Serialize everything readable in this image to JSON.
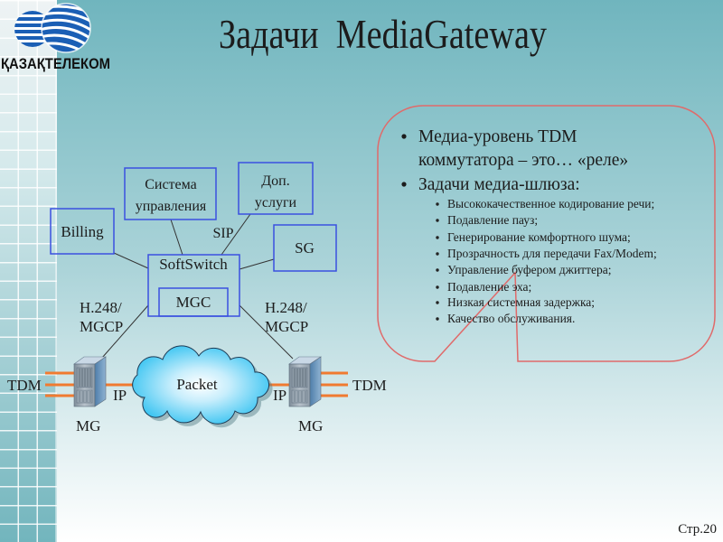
{
  "slide": {
    "title": "Задачи  MediaGateway",
    "page_number": "Стр.20"
  },
  "logo": {
    "icon": "globe-logo-icon",
    "text": "ҚАЗАҚТЕЛЕКОМ"
  },
  "callout": {
    "bullets": [
      {
        "lines": [
          "Медиа-уровень TDM",
          "коммутатора – это… «реле»"
        ]
      },
      {
        "lines": [
          "Задачи медиа-шлюза:"
        ]
      }
    ],
    "sub_bullets": [
      "Высококачественное кодирование речи;",
      "Подавление пауз;",
      "Генерирование комфортного шума;",
      "Прозрачность для передачи Fax/Modem;",
      "Управление буфером джиттера;",
      "Подавление эха;",
      "Низкая системная задержка;",
      "Качество обслуживания."
    ]
  },
  "diagram": {
    "nodes": {
      "billing": "Billing",
      "management": [
        "Система",
        "управления"
      ],
      "services": [
        "Доп.",
        "услуги"
      ],
      "sg": "SG",
      "softswitch": "SoftSwitch",
      "mgc": "MGC",
      "packet": "Packet"
    },
    "labels": {
      "sip": "SIP",
      "h248_left": [
        "H.248/",
        "MGCP"
      ],
      "h248_right": [
        "H.248/",
        "MGCP"
      ],
      "tdm_left": "TDM",
      "tdm_right": "TDM",
      "ip_left": "IP",
      "ip_right": "IP",
      "mg_left": "MG",
      "mg_right": "MG"
    },
    "icons": {
      "media_gateway": "server-icon",
      "network": "cloud-icon"
    }
  },
  "colors": {
    "box_border": "#3a50e0",
    "callout_border": "#e06a6a",
    "trunk": "#f07a30",
    "logo_blue": "#1b5fb5"
  }
}
